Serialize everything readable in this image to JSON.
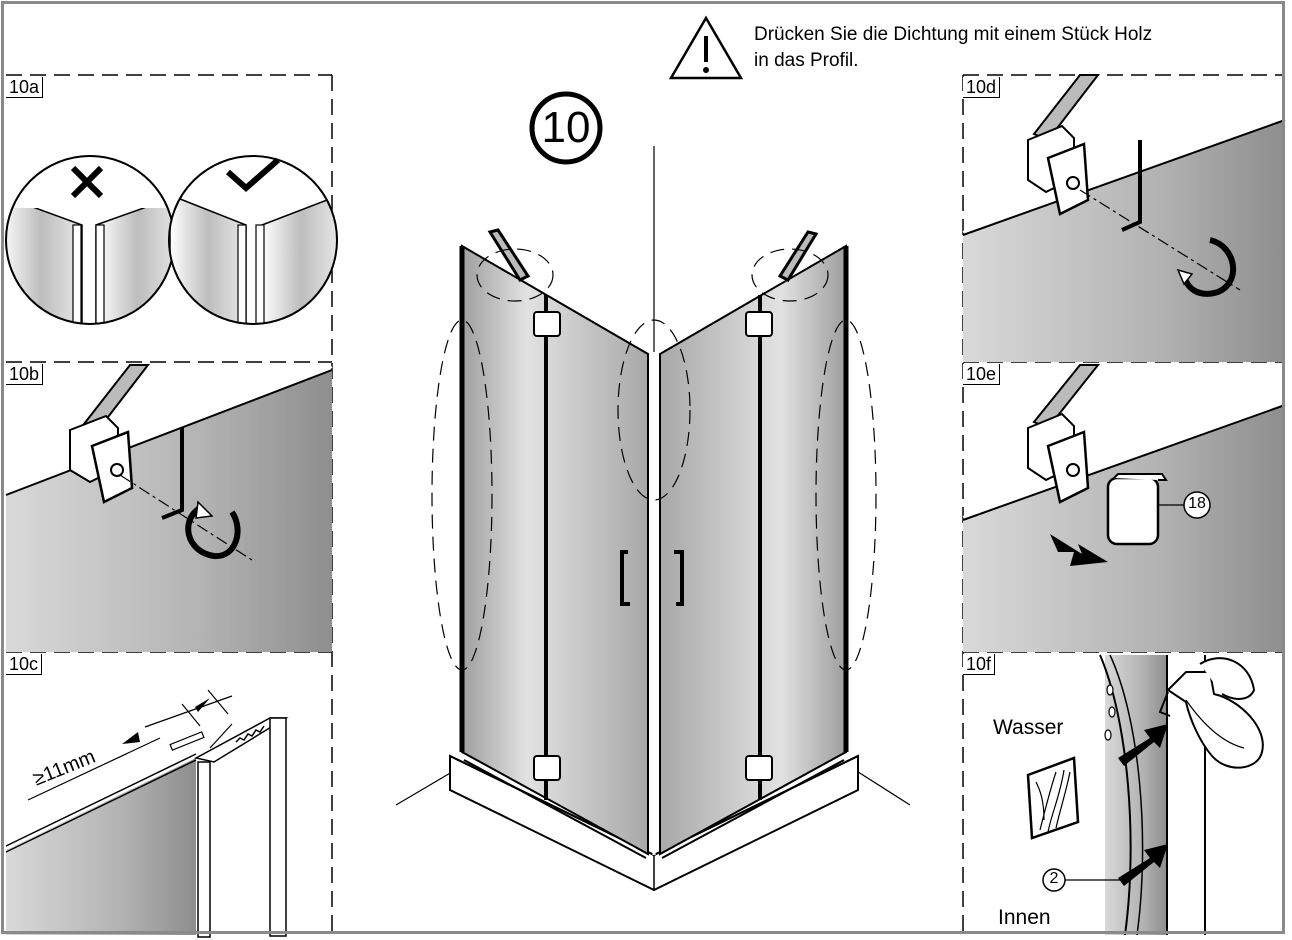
{
  "step_number": "10",
  "warning": {
    "line1": "Drücken Sie die Dichtung mit einem Stück Holz",
    "line2": "in das Profil."
  },
  "panels": {
    "a": {
      "label": "10a"
    },
    "b": {
      "label": "10b"
    },
    "c": {
      "label": "10c",
      "measurement": "≥11mm"
    },
    "d": {
      "label": "10d"
    },
    "e": {
      "label": "10e",
      "part_number": "18"
    },
    "f": {
      "label": "10f",
      "water_label": "Wasser",
      "inside_label": "Innen",
      "seal_part_number": "2"
    }
  },
  "colors": {
    "frame": "#8a8a8a",
    "glass": "#bdbdbd",
    "wall": "#b9b9b9"
  }
}
